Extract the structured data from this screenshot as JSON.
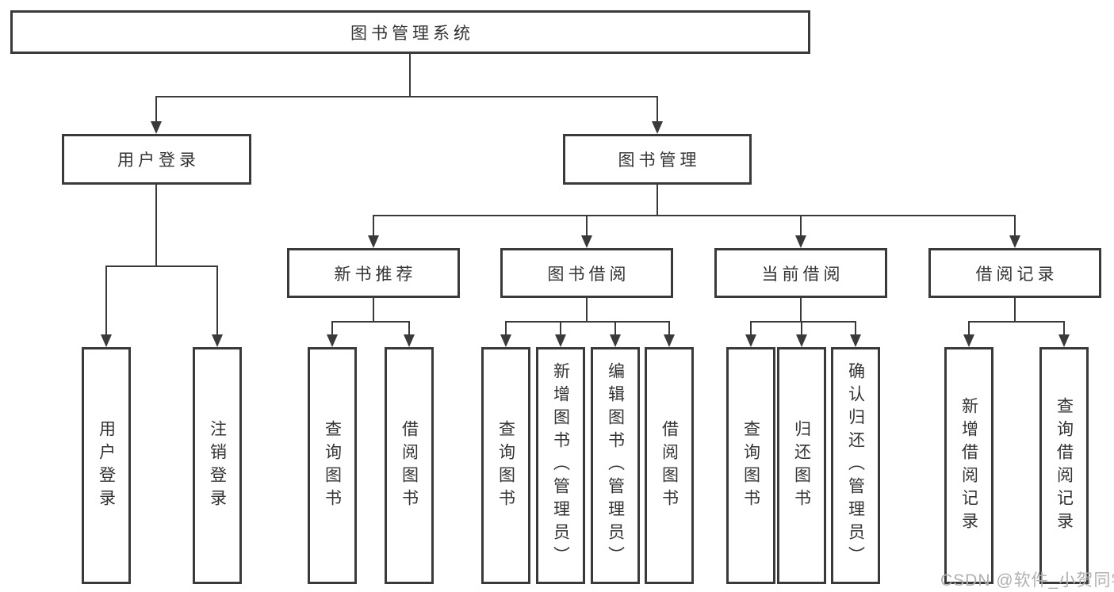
{
  "nodes": {
    "root": "图书管理系统",
    "user_login": "用户登录",
    "book_mgmt": "图书管理",
    "new_book_rec": "新书推荐",
    "book_borrow": "图书借阅",
    "current_borrow": "当前借阅",
    "borrow_records": "借阅记录",
    "ul_user_login": "用户登录",
    "ul_logout": "注销登录",
    "nb_query_book": "查询图书",
    "nb_borrow_book": "借阅图书",
    "bb_query_book": "查询图书",
    "bb_add_book": "新增图书（管理员）",
    "bb_edit_book": "编辑图书（管理员）",
    "bb_borrow_book": "借阅图书",
    "cb_query_book": "查询图书",
    "cb_return_book": "归还图书",
    "cb_confirm_return": "确认归还（管理员）",
    "br_add_record": "新增借阅记录",
    "br_query_record": "查询借阅记录"
  },
  "watermark": "CSDN @软件_小贺同学",
  "colors": {
    "line": "#3a3a3a",
    "text": "#333333",
    "watermark": "#b0b0b0",
    "background": "#ffffff"
  }
}
